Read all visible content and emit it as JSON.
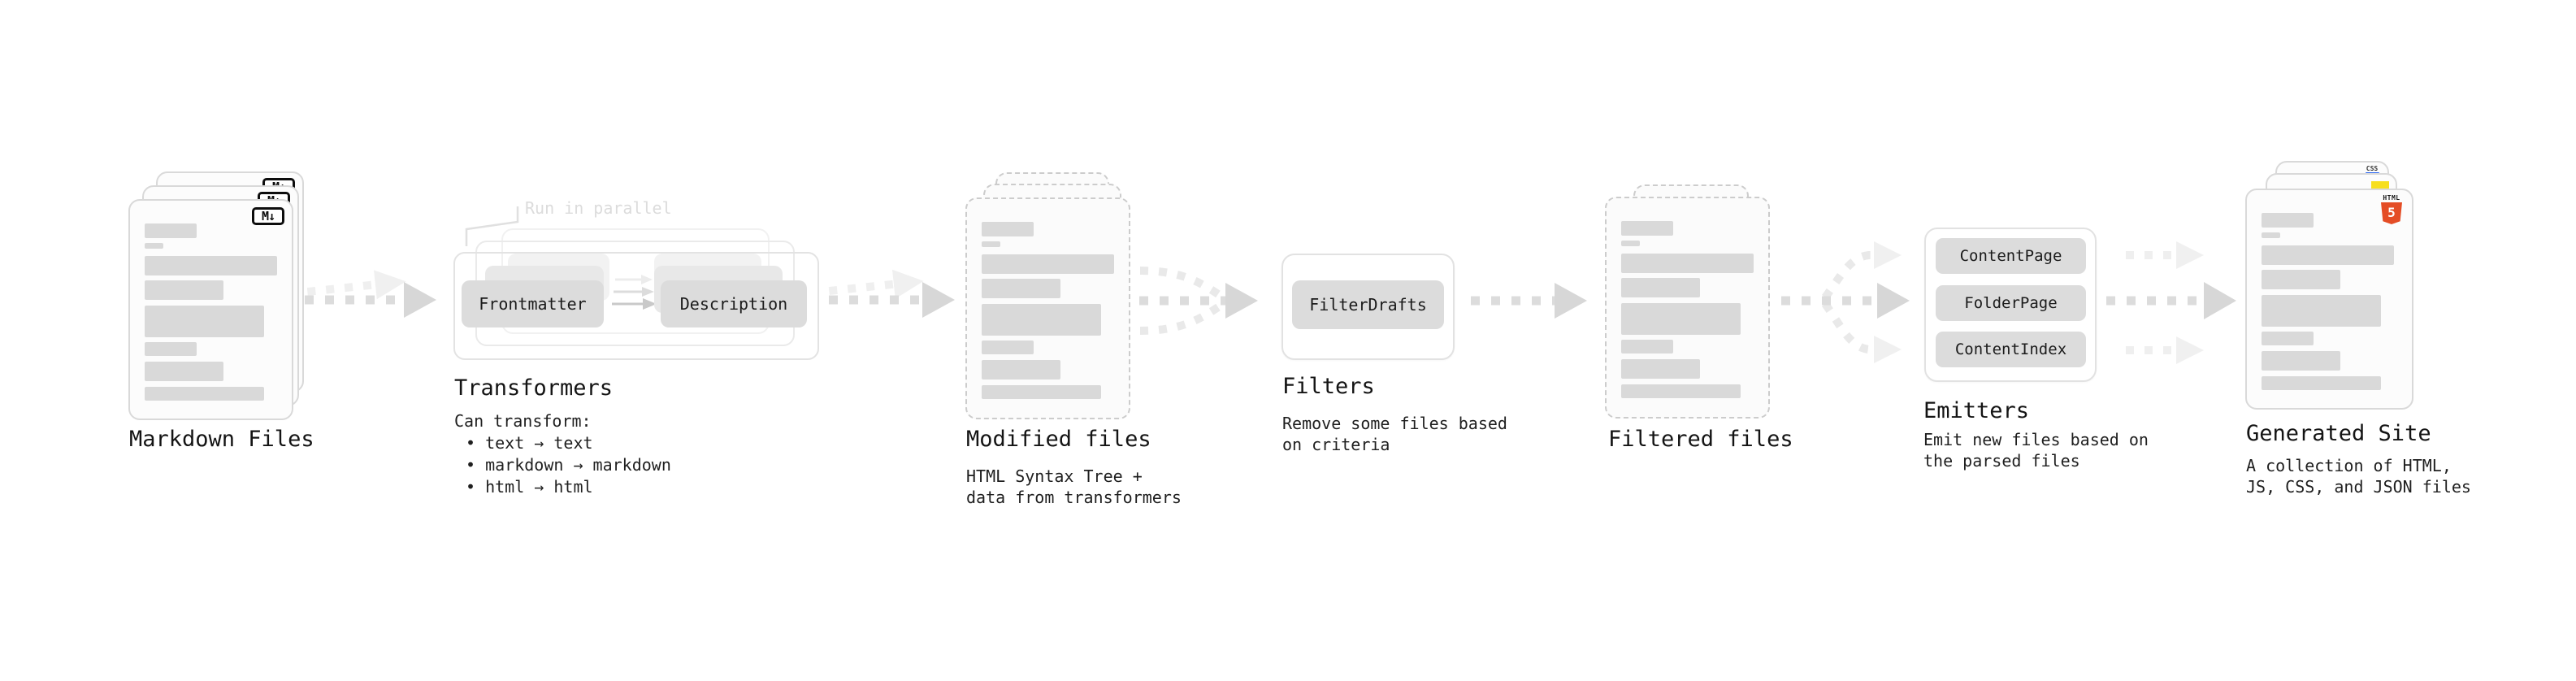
{
  "colors": {
    "html5_orange": "#e44d26",
    "css_blue": "#2965f1",
    "js_yellow": "#f7df1e",
    "pill_gray": "#dcdcdc",
    "skeleton_gray": "#d9d9d9"
  },
  "markdown_files": {
    "title": "Markdown Files",
    "badge": "M↓"
  },
  "transformers": {
    "note": "Run in parallel",
    "pill_left": "Frontmatter",
    "pill_right": "Description",
    "title": "Transformers",
    "desc_heading": "Can transform:",
    "bullets": [
      "• text → text",
      "• markdown → markdown",
      "• html → html"
    ]
  },
  "modified_files": {
    "title": "Modified files",
    "desc_line1": "HTML Syntax Tree +",
    "desc_line2": "data from transformers"
  },
  "filters": {
    "title": "Filters",
    "pill": "FilterDrafts",
    "desc_line1": "Remove some files based",
    "desc_line2": "on criteria"
  },
  "filtered_files": {
    "title": "Filtered files"
  },
  "emitters": {
    "title": "Emitters",
    "pills": [
      "ContentPage",
      "FolderPage",
      "ContentIndex"
    ],
    "desc_line1": "Emit new files based on",
    "desc_line2": "the parsed files"
  },
  "generated_site": {
    "title": "Generated Site",
    "badge_css": "CSS",
    "badge_html_label": "HTML",
    "badge_html_number": "5",
    "desc_line1": "A collection of HTML,",
    "desc_line2": "JS, CSS, and JSON files"
  }
}
